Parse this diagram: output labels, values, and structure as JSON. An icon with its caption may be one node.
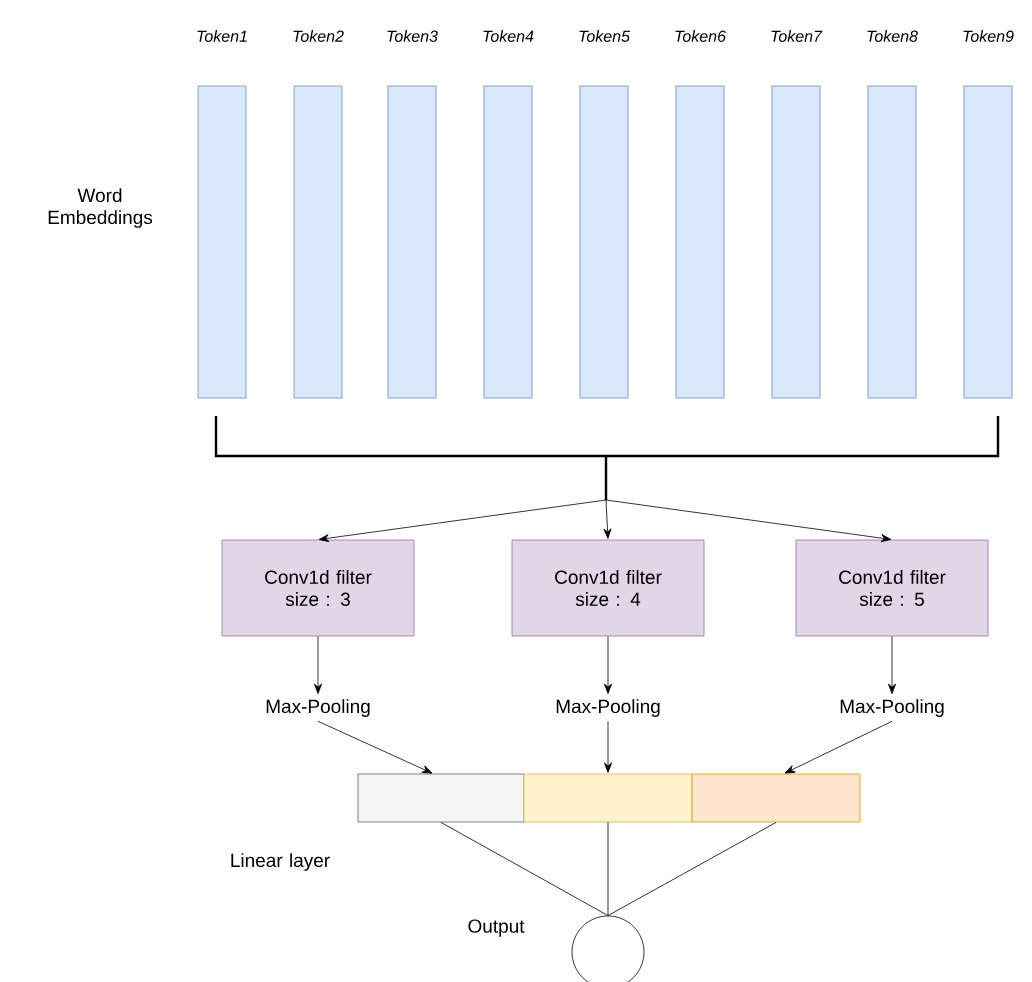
{
  "diagram": {
    "nodes": [
      {
        "text": [
          "Token1"
        ]
      },
      {
        "text": [
          "Token2"
        ]
      },
      {
        "text": [
          "Token3"
        ]
      },
      {
        "text": [
          "Token4"
        ]
      },
      {
        "text": [
          "Token5"
        ]
      },
      {
        "text": [
          "Token6"
        ]
      },
      {
        "text": [
          "Token7"
        ]
      },
      {
        "text": [
          "Token8"
        ]
      },
      {
        "text": [
          "Token9"
        ]
      },
      {
        "text": [
          "Conv1d filter size : 3"
        ]
      },
      {
        "text": [
          "Conv1d filter size : 4"
        ]
      },
      {
        "text": [
          "Conv1d filter size : 5"
        ]
      },
      {
        "text": [
          "Max-Pooling"
        ]
      },
      {
        "text": [
          "Max-Pooling"
        ]
      },
      {
        "text": [
          "Max-Pooling"
        ]
      },
      {
        "text": [],
        "shape": "box"
      },
      {
        "text": [],
        "shape": "box"
      },
      {
        "text": [],
        "shape": "box"
      },
      {
        "text": [],
        "shape": "circle",
        "beside": [
          "Output"
        ]
      },
      {
        "text": [],
        "shape": "bracket"
      }
    ],
    "edges": [
      {
        "from": 19,
        "to": 9,
        "arrow": "to"
      },
      {
        "from": 19,
        "to": 10,
        "arrow": "to"
      },
      {
        "from": 19,
        "to": 11,
        "arrow": "to"
      },
      {
        "from": 9,
        "to": 12,
        "arrow": "to"
      },
      {
        "from": 10,
        "to": 13,
        "arrow": "to"
      },
      {
        "from": 11,
        "to": 14,
        "arrow": "to"
      },
      {
        "from": 12,
        "to": 15,
        "arrow": "to"
      },
      {
        "from": 13,
        "to": 16,
        "arrow": "to"
      },
      {
        "from": 14,
        "to": 17,
        "arrow": "to"
      },
      {
        "from": 15,
        "to": 18,
        "arrow": "none"
      },
      {
        "from": 16,
        "to": 18,
        "arrow": "none"
      },
      {
        "from": 17,
        "to": 18,
        "arrow": "none"
      }
    ],
    "labels": [
      "Word Embeddings",
      "Linear layer"
    ]
  }
}
